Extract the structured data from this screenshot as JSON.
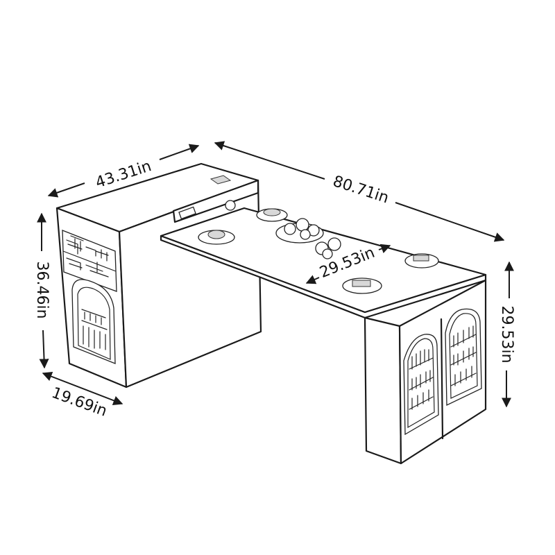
{
  "dimensions": {
    "top_depth": "43.31in",
    "total_length": "80.71in",
    "tabletop_width": "29.53in",
    "cabinet_height": "36.46in",
    "cabinet_depth": "19.69in",
    "table_height": "29.53in"
  },
  "colors": {
    "line": "#1a1a1a",
    "background": "#ffffff"
  }
}
